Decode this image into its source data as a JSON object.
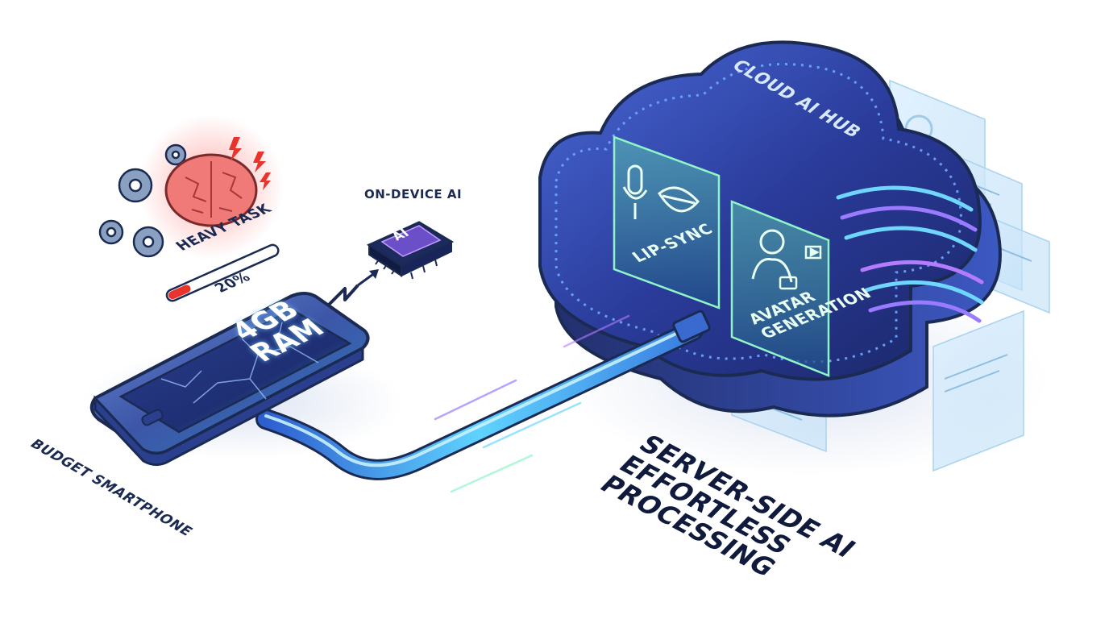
{
  "labels": {
    "budget_smartphone": "BUDGET SMARTPHONE",
    "on_device_ai": "ON-DEVICE AI",
    "chip_label": "AI",
    "heavy_task": "HEAVY TASK",
    "progress_text": "20%",
    "ram": "4GB RAM",
    "cloud_hub": "CLOUD AI HUB",
    "lip_sync": "LIP-SYNC",
    "avatar_generation": "AVATAR GENERATION",
    "server_side": "SERVER-SIDE AI EFFORTLESS PROCESSING"
  },
  "progress": {
    "fraction": 0.2
  },
  "colors": {
    "navy": "#1b2a52",
    "cable_glow": "#5fd3ff",
    "cloud_deep": "#1e2d7a",
    "cloud_mid": "#3a56c8",
    "progress_red": "#e8342c",
    "brain_pink": "#f07a78",
    "panel_green": "#8ff5c8"
  },
  "icons": [
    "gear-icon",
    "brain-icon",
    "lightning-icon",
    "ai-chip-icon",
    "arrow-icon",
    "microphone-icon",
    "lips-icon",
    "avatar-icon",
    "video-camera-icon"
  ]
}
